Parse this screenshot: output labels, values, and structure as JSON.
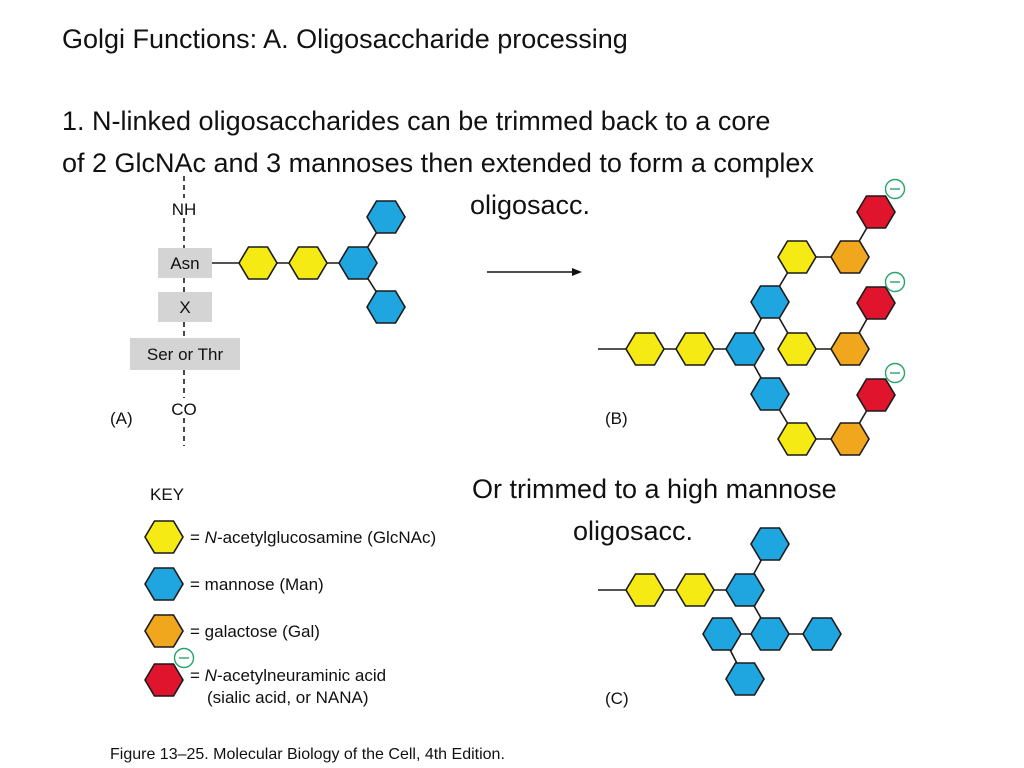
{
  "title": "Golgi Functions: A. Oligosaccharide processing",
  "point1": {
    "line1": "1. N-linked oligosaccharides can be trimmed back to a core",
    "line2": "of 2 GlcNAc and 3 mannoses then extended to form a complex",
    "line3": "oligosacc."
  },
  "point2": {
    "line1": "Or trimmed to a high mannose",
    "line2": "oligosacc."
  },
  "panel_a": {
    "label": "(A)",
    "backbone_top": "NH",
    "backbone_bottom": "CO",
    "residues": [
      "Asn",
      "X",
      "Ser or Thr"
    ]
  },
  "panel_b": {
    "label": "(B)"
  },
  "panel_c": {
    "label": "(C)"
  },
  "key": {
    "title": "KEY",
    "items": [
      {
        "sugar": "GlcNAc",
        "color": "#f5ea14",
        "prefix": "= ",
        "italic": "N",
        "text": "-acetylglucosamine (GlcNAc)"
      },
      {
        "sugar": "Man",
        "color": "#1fa6e0",
        "prefix": "= ",
        "italic": "",
        "text": "mannose (Man)"
      },
      {
        "sugar": "Gal",
        "color": "#f0a71e",
        "prefix": "= ",
        "italic": "",
        "text": "galactose (Gal)"
      },
      {
        "sugar": "NANA",
        "color": "#e1142e",
        "prefix": "= ",
        "italic": "N",
        "text": "-acetylneuraminic acid",
        "text2": "(sialic acid, or NANA)"
      }
    ]
  },
  "caption": "Figure 13–25. Molecular Biology of the Cell, 4th Edition.",
  "colors": {
    "glcnac": "#f5ea14",
    "mannose": "#1fa6e0",
    "galactose": "#f0a71e",
    "nana": "#e1142e",
    "charge": "#27a36a"
  }
}
